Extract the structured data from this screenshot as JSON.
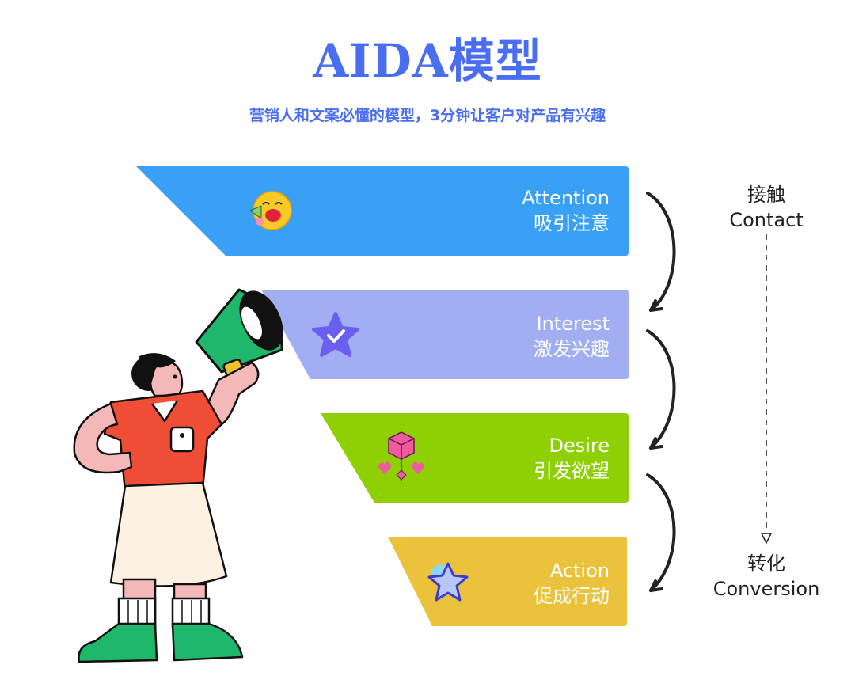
{
  "title": "AIDA模型",
  "subtitle": "营销人和文案必懂的模型，3分钟让客户对产品有兴趣",
  "stages": [
    {
      "en": "Attention",
      "zh": "吸引注意",
      "color": "#3aa0f5",
      "icon": "emoji-megaphone-face-icon"
    },
    {
      "en": "Interest",
      "zh": "激发兴趣",
      "color": "#a2aef2",
      "icon": "star-check-icon"
    },
    {
      "en": "Desire",
      "zh": "引发欲望",
      "color": "#8ed003",
      "icon": "heart-gift-icon"
    },
    {
      "en": "Action",
      "zh": "促成行动",
      "color": "#ebc23c",
      "icon": "star-icon"
    }
  ],
  "side": {
    "top_zh": "接触",
    "top_en": "Contact",
    "bottom_zh": "转化",
    "bottom_en": "Conversion"
  },
  "illustration": "woman-with-megaphone-illustration"
}
